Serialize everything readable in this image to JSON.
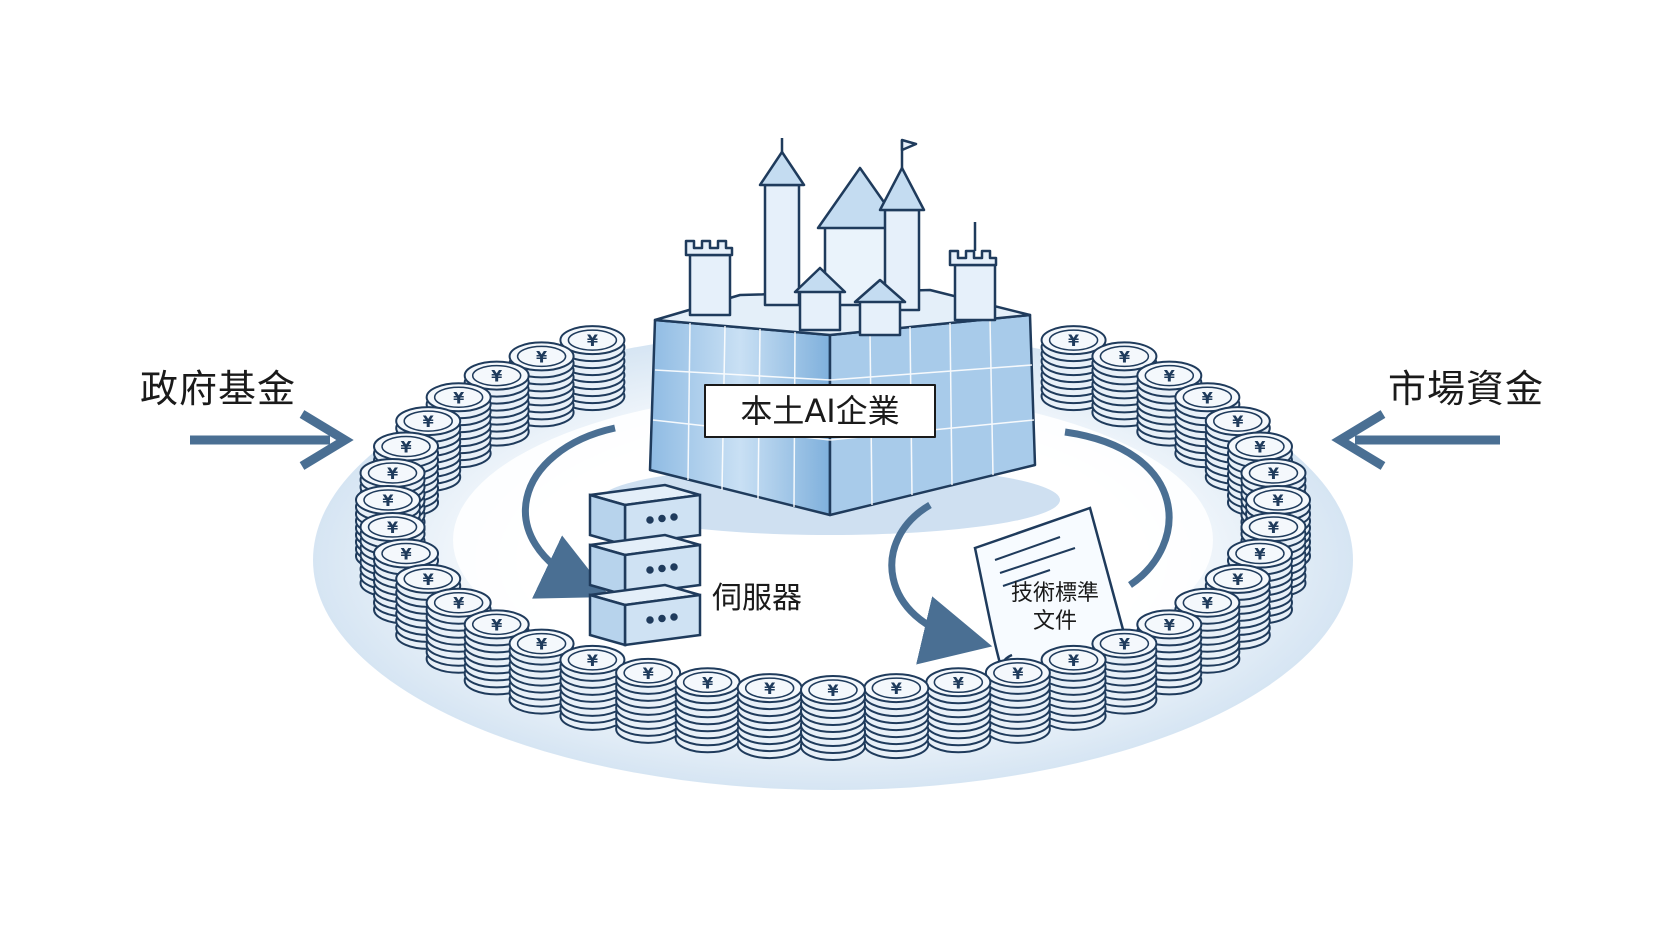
{
  "labels": {
    "left_source": "政府基金",
    "right_source": "市場資金",
    "company": "本土AI企業",
    "server": "伺服器",
    "doc_line1": "技術標準",
    "doc_line2": "文件"
  },
  "icons": {
    "coin": "yen-coin-icon",
    "castle": "castle-icon",
    "server": "server-rack-icon",
    "document": "document-icon",
    "arrow": "arrow-icon"
  },
  "colors": {
    "outline": "#1f3b5c",
    "arrow": "#4a6f93",
    "coin_fill": "#f4f8fc",
    "ring_fill": "#dbe8f5",
    "glass": "#b9d6f0",
    "text": "#1a1a1a"
  },
  "coin_ring": {
    "coin_count": 44,
    "symbol": "¥"
  }
}
